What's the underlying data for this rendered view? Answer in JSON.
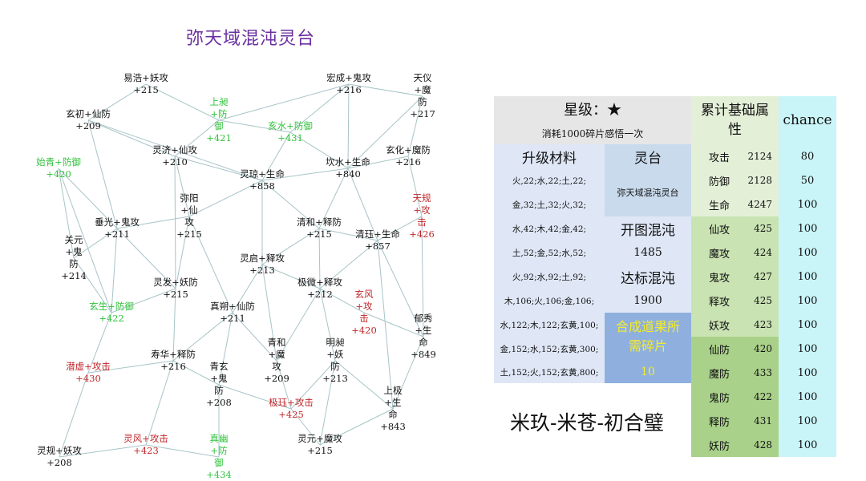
{
  "title": "弥天域混沌灵台",
  "nodes": [
    {
      "id": "n1",
      "lines": [
        "易浩+妖攻",
        "+215"
      ],
      "color": "black"
    },
    {
      "id": "n2",
      "lines": [
        "宏成+鬼攻",
        "+216"
      ],
      "color": "black"
    },
    {
      "id": "n3",
      "lines": [
        "天仪",
        "+魔",
        "防",
        "+217"
      ],
      "color": "black"
    },
    {
      "id": "n4",
      "lines": [
        "玄初+仙防",
        "+209"
      ],
      "color": "black"
    },
    {
      "id": "n5",
      "lines": [
        "上昶",
        "+防",
        "御",
        "+421"
      ],
      "color": "green"
    },
    {
      "id": "n6",
      "lines": [
        "亥水+防御",
        "+431"
      ],
      "color": "green"
    },
    {
      "id": "n7",
      "lines": [
        "玄化+魔防",
        "+216"
      ],
      "color": "black"
    },
    {
      "id": "n8",
      "lines": [
        "灵济+仙攻",
        "+210"
      ],
      "color": "black"
    },
    {
      "id": "n9",
      "lines": [
        "坎水+生命",
        "+840"
      ],
      "color": "black"
    },
    {
      "id": "n10",
      "lines": [
        "始青+防御",
        "+420"
      ],
      "color": "green"
    },
    {
      "id": "n11",
      "lines": [
        "灵琼+生命",
        "+858"
      ],
      "color": "black"
    },
    {
      "id": "n12",
      "lines": [
        "弥阳",
        "+仙",
        "攻",
        "+215"
      ],
      "color": "black"
    },
    {
      "id": "n13",
      "lines": [
        "天规",
        "+攻",
        "击",
        "+426"
      ],
      "color": "red"
    },
    {
      "id": "n14",
      "lines": [
        "垂光+鬼攻",
        "+211"
      ],
      "color": "black"
    },
    {
      "id": "n15",
      "lines": [
        "清和+释防",
        "+215"
      ],
      "color": "black"
    },
    {
      "id": "n16",
      "lines": [
        "清珏+生命",
        "+857"
      ],
      "color": "black"
    },
    {
      "id": "n17",
      "lines": [
        "关元",
        "+鬼",
        "防",
        "+214"
      ],
      "color": "black"
    },
    {
      "id": "n18",
      "lines": [
        "灵启+释攻",
        "+213"
      ],
      "color": "black"
    },
    {
      "id": "n19",
      "lines": [
        "灵发+妖防",
        "+215"
      ],
      "color": "black"
    },
    {
      "id": "n20",
      "lines": [
        "极微+释攻",
        "+212"
      ],
      "color": "black"
    },
    {
      "id": "n21",
      "lines": [
        "玄风",
        "+攻",
        "击",
        "+420"
      ],
      "color": "red"
    },
    {
      "id": "n22",
      "lines": [
        "真朔+仙防",
        "+211"
      ],
      "color": "black"
    },
    {
      "id": "n23",
      "lines": [
        "玄生+防御",
        "+422"
      ],
      "color": "green"
    },
    {
      "id": "n24",
      "lines": [
        "郁秀",
        "+生",
        "命",
        "+849"
      ],
      "color": "black"
    },
    {
      "id": "n25",
      "lines": [
        "青和",
        "+魔",
        "攻",
        "+209"
      ],
      "color": "black"
    },
    {
      "id": "n26",
      "lines": [
        "明昶",
        "+妖",
        "防",
        "+213"
      ],
      "color": "black"
    },
    {
      "id": "n27",
      "lines": [
        "寿华+释防",
        "+216"
      ],
      "color": "black"
    },
    {
      "id": "n28",
      "lines": [
        "青玄",
        "+鬼",
        "防",
        "+208"
      ],
      "color": "black"
    },
    {
      "id": "n29",
      "lines": [
        "潜虚+攻击",
        "+430"
      ],
      "color": "red"
    },
    {
      "id": "n30",
      "lines": [
        "上极",
        "+生",
        "命",
        "+843"
      ],
      "color": "black"
    },
    {
      "id": "n31",
      "lines": [
        "极珏+攻击",
        "+425"
      ],
      "color": "red"
    },
    {
      "id": "n32",
      "lines": [
        "灵风+攻击",
        "+423"
      ],
      "color": "red"
    },
    {
      "id": "n33",
      "lines": [
        "真幽",
        "+防",
        "御",
        "+434"
      ],
      "color": "green"
    },
    {
      "id": "n34",
      "lines": [
        "灵元+魔攻",
        "+215"
      ],
      "color": "black"
    },
    {
      "id": "n35",
      "lines": [
        "灵规+妖攻",
        "+208"
      ],
      "color": "black"
    }
  ],
  "table": {
    "star_label": "星级：★",
    "consume_text": "消耗1000碎片感悟一次",
    "material_header": "升级材料",
    "platform_header": "灵台",
    "cumulative_header": "累计基础属性",
    "chance_header": "chance",
    "materials": [
      "火,22;水,22;土,22;",
      "金,32;土,32;火,32;",
      "水,42;木,42;金,42;",
      "土,52;金,52;水,52;",
      "火,92;水,92;土,92;",
      "木,106;火,106;金,106;",
      "水,122;木,122;玄黄,100;",
      "金,152;水,152;玄黄,300;",
      "土,152;火,152;玄黄,800;"
    ],
    "platform_name": "弥天域混沌灵台",
    "open_label": "开图混沌",
    "open_value": "1485",
    "reach_label": "达标混沌",
    "reach_value": "1900",
    "synth_label": "合成道果所需碎片",
    "synth_value": "10",
    "attributes": [
      {
        "name": "攻击",
        "value": "2124",
        "chance": "80"
      },
      {
        "name": "防御",
        "value": "2128",
        "chance": "50"
      },
      {
        "name": "生命",
        "value": "4247",
        "chance": "100"
      },
      {
        "name": "仙攻",
        "value": "425",
        "chance": "100"
      },
      {
        "name": "魔攻",
        "value": "424",
        "chance": "100"
      },
      {
        "name": "鬼攻",
        "value": "427",
        "chance": "100"
      },
      {
        "name": "释攻",
        "value": "425",
        "chance": "100"
      },
      {
        "name": "妖攻",
        "value": "423",
        "chance": "100"
      },
      {
        "name": "仙防",
        "value": "420",
        "chance": "100"
      },
      {
        "name": "魔防",
        "value": "433",
        "chance": "100"
      },
      {
        "name": "鬼防",
        "value": "422",
        "chance": "100"
      },
      {
        "name": "释防",
        "value": "431",
        "chance": "100"
      },
      {
        "name": "妖防",
        "value": "428",
        "chance": "100"
      }
    ]
  },
  "motto": "米玖-米苍-初合璧",
  "colors": {
    "title": "#6a2fa0",
    "green": "#2fc23a",
    "red": "#c0262a",
    "line": "#a8c4c8"
  }
}
